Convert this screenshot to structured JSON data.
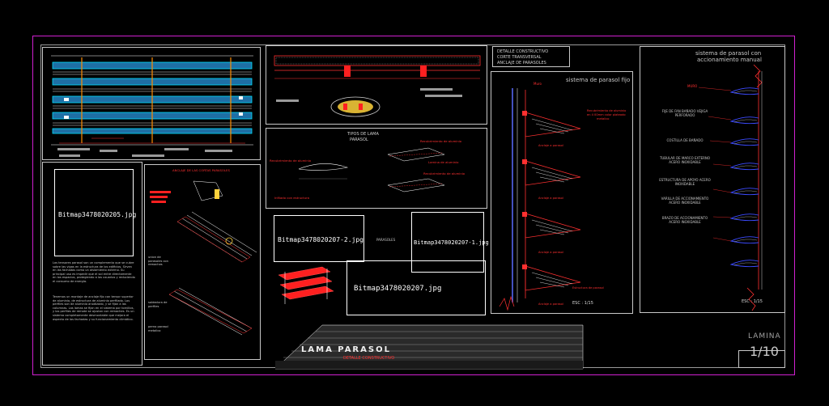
{
  "images": {
    "bitmap_a": "Bitmap3478020205.jpg",
    "bitmap_b": "Bitmap3478020207-2.jpg",
    "bitmap_c": "Bitmap3478020207-1.jpg",
    "bitmap_d": "Bitmap3478020207.jpg"
  },
  "section_headers": {
    "detalle_line1": "DETALLE CONSTRUCTIVO",
    "detalle_line2": "CORTE TRANSVERSAL",
    "detalle_line3": "ANCLAJE DE PARASOLES",
    "fijo_title": "sistema de parasol fijo",
    "manual_title_1": "sistema de parasol con",
    "manual_title_2": "accionamiento manual",
    "tipos_line1": "TIPOS DE LAMA",
    "tipos_line2": "PARASOL",
    "anclaje_label": "ANCLAJE DE LAS CORTAS PARASOLES",
    "tipos_center": "PARASOLES"
  },
  "scales": {
    "esc_left": "ESC : 1/15",
    "esc_right": "ESC : 1/15"
  },
  "title_block": {
    "main_title": "LAMA PARASOL",
    "subtitle": "DETALLE CONSTRUCTIVO",
    "sheet_label": "LAMINA",
    "sheet_number": "1/10"
  },
  "manual_labels": [
    "MURO",
    "FIJE DE FAN BAÑADO VEJIGA PERFORADO",
    "COSTILLA DE BAÑADO",
    "TUBULAR DE MARCO EXTERNO ACERO INOXIDABLE",
    "ESTRUCTURA DE APOYO ACERO INOXIDABLE",
    "VARILLA DE ACCIONAMIENTO ACERO INOXIDABLE",
    "BRAZO DE ACCIONAMIENTO ACERO INOXIDABLE"
  ],
  "fijo_labels": {
    "muro": "Muro",
    "r1a": "Recubrimiento de aluminio",
    "r1b": "en 4 00mm color plateado",
    "r1c": "metalico",
    "s1": "Anclaje a parasol",
    "s2": "Anclaje a parasol",
    "s3": "Anclaje a parasol",
    "s4": "Anclaje a parasol",
    "estructura": "Estructura de parasol"
  },
  "tipos_labels": {
    "a": "Recubrimiento de aluminio",
    "b": "Recubrimiento de aluminio",
    "c": "Recubrimiento de aluminio",
    "d": "Lamina de aluminio",
    "e": "Infilado con estructura"
  },
  "anclaje_labels": {
    "a": "union de parasoles con remaches",
    "b": "soldadura de perfiles",
    "c": "perno parasol metalico"
  },
  "left_paragraph_1": "Los tensores parasol son un complemento que se cubre sobre las vigas en la estructura de los edificios. Sirven en las fachadas como un aislamiento externo. Su principal uso es impedir que el sol entre directamente en los espacios, protegiendo a los usuarios y reduciendo el consumo de energía.",
  "left_paragraph_2": "Tenemos un montaje de anclaje fijo con tensor superior de aluminio, de estructura de aluminio perfilado. Los perfiles son de aluminio anodizado, y se fijan a las columnas. Las lamas se fijan en el sistema por tornillos, y los perfiles de remate se ajustan con remaches. Es un sistema completamente desmontable que mejora el aspecto de las fachadas y su funcionamiento climático."
}
